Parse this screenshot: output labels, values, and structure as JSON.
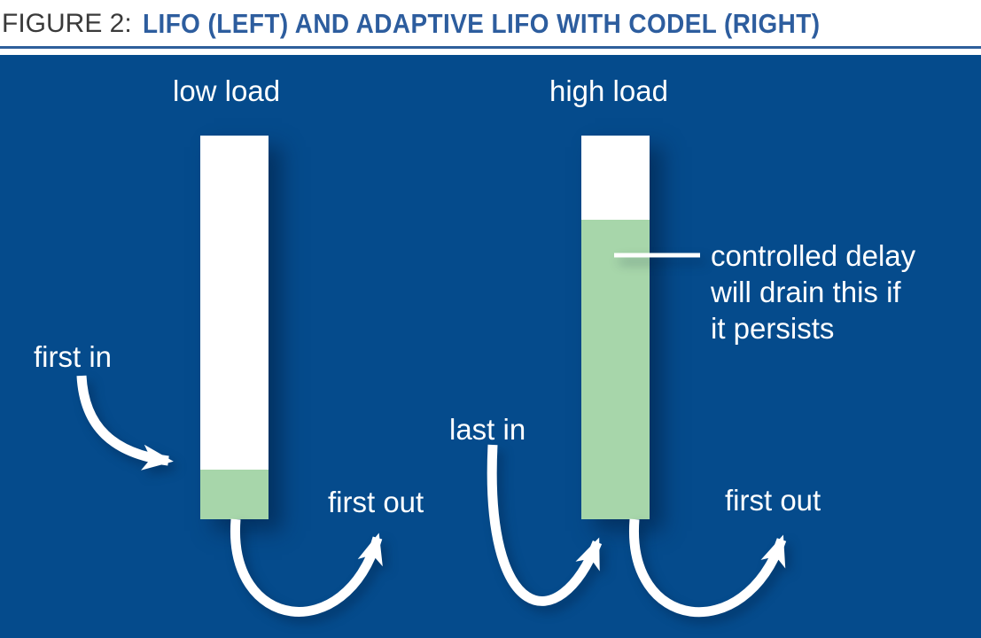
{
  "header": {
    "label": "FIGURE 2:",
    "title": "LIFO (LEFT) AND ADAPTIVE LIFO WITH CODEL (RIGHT)"
  },
  "left_queue": {
    "heading": "low load",
    "fill_pct": 13,
    "first_in_label": "first in",
    "first_out_label": "first out"
  },
  "right_queue": {
    "heading": "high load",
    "fill_pct": 78,
    "last_in_label": "last in",
    "first_out_label": "first out",
    "callout": {
      "line1": "controlled delay",
      "line2": "will drain this if",
      "line3": "it persists"
    }
  },
  "colors": {
    "panel_blue": "#054b8c",
    "queue_fill_green": "#a7d6aa",
    "queue_empty_white": "#ffffff",
    "title_blue": "#2d5d9e",
    "figure_label_gray": "#3a3a3a",
    "arrow_white": "#ffffff"
  }
}
